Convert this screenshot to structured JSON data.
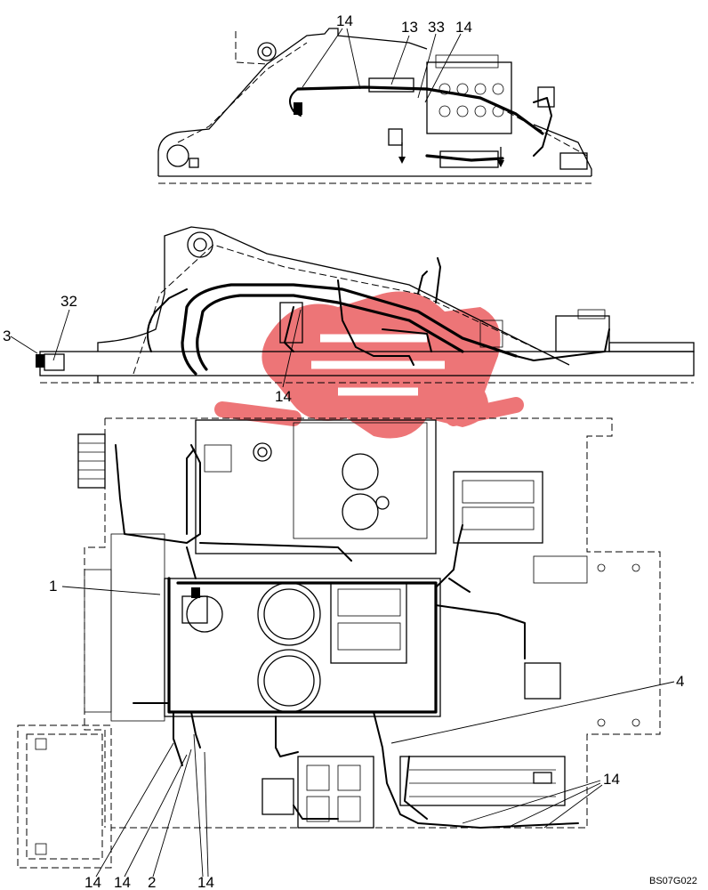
{
  "diagram": {
    "drawing_code": "BS07G022",
    "callouts": [
      {
        "id": "c14-top",
        "text": "14"
      },
      {
        "id": "c13",
        "text": "13"
      },
      {
        "id": "c33",
        "text": "33"
      },
      {
        "id": "c14-top2",
        "text": "14"
      },
      {
        "id": "c32",
        "text": "32"
      },
      {
        "id": "c3",
        "text": "3"
      },
      {
        "id": "c14-mid",
        "text": "14"
      },
      {
        "id": "c1",
        "text": "1"
      },
      {
        "id": "c4",
        "text": "4"
      },
      {
        "id": "c14-right",
        "text": "14"
      },
      {
        "id": "c14-bl1",
        "text": "14"
      },
      {
        "id": "c14-bl2",
        "text": "14"
      },
      {
        "id": "c2",
        "text": "2"
      },
      {
        "id": "c14-bl3",
        "text": "14"
      }
    ],
    "colors": {
      "line": "#000000",
      "watermark": "#e8484a"
    }
  }
}
